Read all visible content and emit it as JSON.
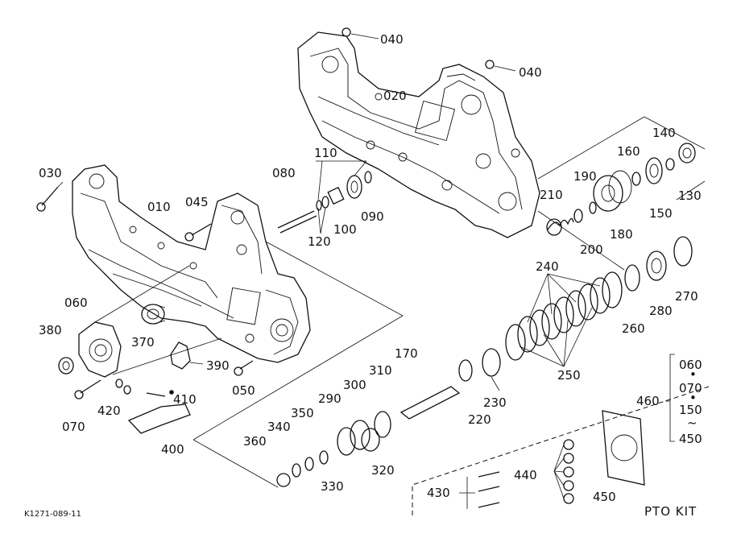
{
  "parts": {
    "p010": "010",
    "p020": "020",
    "p030": "030",
    "p040a": "040",
    "p040b": "040",
    "p045": "045",
    "p050": "050",
    "p060": "060",
    "p070": "070",
    "p080": "080",
    "p090": "090",
    "p100": "100",
    "p110": "110",
    "p120": "120",
    "p130": "130",
    "p140": "140",
    "p150": "150",
    "p160": "160",
    "p170": "170",
    "p180": "180",
    "p190": "190",
    "p200": "200",
    "p210": "210",
    "p220": "220",
    "p230": "230",
    "p240": "240",
    "p250": "250",
    "p260": "260",
    "p270": "270",
    "p280": "280",
    "p290": "290",
    "p300": "300",
    "p310": "310",
    "p320": "320",
    "p330": "330",
    "p340": "340",
    "p350": "350",
    "p360": "360",
    "p370": "370",
    "p380": "380",
    "p390": "390",
    "p400": "400",
    "p410": "410",
    "p420": "420",
    "p430": "430",
    "p440": "440",
    "p450": "450",
    "p460": "460"
  },
  "kit_range": {
    "a": "060",
    "b": "070",
    "c": "150",
    "d": "450",
    "dot": "•",
    "tilde": "~"
  },
  "kit_title": "PTO KIT",
  "drawing_code": "K1271-089-11"
}
